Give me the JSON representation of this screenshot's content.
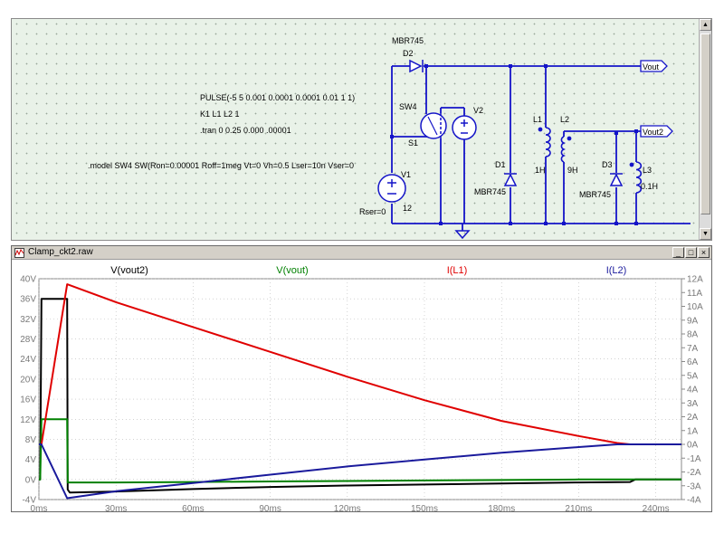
{
  "schematic": {
    "labels": {
      "pulse": "PULSE(-5 5 0.001 0.0001 0.0001 0.01 1 1)",
      "coupling": "K1 L1 L2 1",
      "tran": ".tran 0 0.25 0.000 .00001",
      "model": ".model SW4 SW(Ron=0.00001 Roff=1meg Vt=0 Vh=0.5 Lser=10n Vser=0",
      "d2_model": "MBR745",
      "d2_name": "D2",
      "sw4": "SW4",
      "s1": "S1",
      "v2": "V2",
      "v1": "V1",
      "v1_rser": "Rser=0",
      "v1_value": "12",
      "d1_name": "D1",
      "d1_model": "MBR745",
      "l1_name": "L1",
      "l1_value": "1H",
      "l2_name": "L2",
      "l2_value": "9H",
      "d3_name": "D3",
      "d3_model": "MBR745",
      "l3_name": "L3",
      "l3_value": "0.1H",
      "vout": "Vout",
      "vout2": "Vout2"
    },
    "wire_color": "#1414c8",
    "grid_color": "#e9f2e8"
  },
  "wave_window": {
    "title": "Clamp_ckt2.raw",
    "buttons": {
      "minimize": "_",
      "maximize": "□",
      "close": "×"
    },
    "icon": "waveform-icon"
  },
  "chart_data": {
    "type": "line",
    "title": "",
    "xlabel": "",
    "ylabel_left": "",
    "ylabel_right": "",
    "x_unit": "ms",
    "xlim": [
      0,
      250
    ],
    "x_ticks": [
      "0ms",
      "30ms",
      "60ms",
      "90ms",
      "120ms",
      "150ms",
      "180ms",
      "210ms",
      "240ms"
    ],
    "x_tick_values": [
      0,
      30,
      60,
      90,
      120,
      150,
      180,
      210,
      240
    ],
    "ylim_left": [
      -4,
      40
    ],
    "y_ticks_left": [
      "40V",
      "36V",
      "32V",
      "28V",
      "24V",
      "20V",
      "16V",
      "12V",
      "8V",
      "4V",
      "0V",
      "-4V"
    ],
    "y_tick_values_left": [
      40,
      36,
      32,
      28,
      24,
      20,
      16,
      12,
      8,
      4,
      0,
      -4
    ],
    "ylim_right": [
      -4,
      12
    ],
    "y_ticks_right": [
      "12A",
      "11A",
      "10A",
      "9A",
      "8A",
      "7A",
      "6A",
      "5A",
      "4A",
      "3A",
      "2A",
      "1A",
      "0A",
      "-1A",
      "-2A",
      "-3A",
      "-4A"
    ],
    "y_tick_values_right": [
      12,
      11,
      10,
      9,
      8,
      7,
      6,
      5,
      4,
      3,
      2,
      1,
      0,
      -1,
      -2,
      -3,
      -4
    ],
    "grid": true,
    "legend_placement": "top",
    "series": [
      {
        "name": "V(vout2)",
        "axis": "left",
        "color": "#000000",
        "x": [
          0,
          0.5,
          1,
          11,
          11.2,
          12,
          30,
          60,
          90,
          120,
          150,
          180,
          210,
          230,
          232,
          250
        ],
        "y": [
          0,
          0,
          36,
          36,
          -2,
          -2.6,
          -2.4,
          -1.9,
          -1.5,
          -1.2,
          -1.0,
          -0.8,
          -0.6,
          -0.5,
          0,
          0
        ]
      },
      {
        "name": "V(vout)",
        "axis": "left",
        "color": "#008000",
        "x": [
          0,
          0.5,
          1,
          11,
          11.2,
          30,
          60,
          90,
          120,
          150,
          180,
          210,
          230,
          232,
          250
        ],
        "y": [
          0,
          0,
          12,
          12,
          -0.6,
          -0.6,
          -0.5,
          -0.4,
          -0.3,
          -0.2,
          -0.1,
          0,
          0,
          0,
          0
        ]
      },
      {
        "name": "I(L1)",
        "axis": "right",
        "color": "#e00000",
        "x": [
          0,
          1,
          11,
          30,
          60,
          90,
          120,
          150,
          180,
          210,
          225,
          230,
          250
        ],
        "y": [
          0,
          0,
          11.6,
          10.3,
          8.5,
          6.7,
          4.9,
          3.2,
          1.7,
          0.6,
          0.1,
          0,
          0
        ]
      },
      {
        "name": "I(L2)",
        "axis": "right",
        "color": "#1a1a9c",
        "x": [
          0,
          1,
          11,
          30,
          60,
          90,
          120,
          150,
          180,
          210,
          225,
          230,
          250
        ],
        "y": [
          0,
          0,
          -3.9,
          -3.4,
          -2.8,
          -2.2,
          -1.6,
          -1.1,
          -0.6,
          -0.2,
          0,
          0,
          0
        ]
      }
    ]
  }
}
